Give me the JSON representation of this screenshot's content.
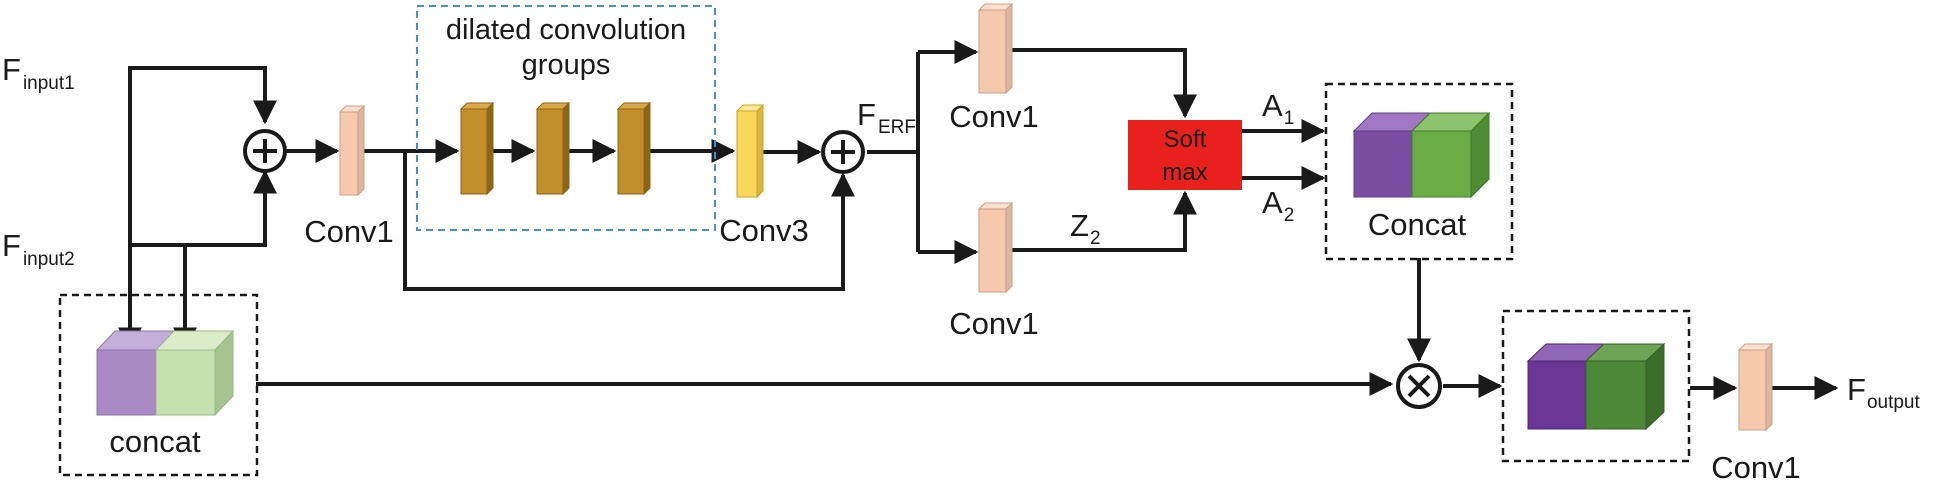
{
  "inputs": {
    "input1": {
      "main": "F",
      "sub": "input1"
    },
    "input2": {
      "main": "F",
      "sub": "input2"
    }
  },
  "dilated_group": {
    "line1": "dilated convolution",
    "line2": "groups"
  },
  "labels": {
    "conv1_first": "Conv1",
    "conv3": "Conv3",
    "conv1_top": "Conv1",
    "conv1_bottom": "Conv1",
    "conv1_final": "Conv1",
    "concat_left": "concat",
    "concat_right": "Concat"
  },
  "erf": {
    "main": "F",
    "sub": "ERF"
  },
  "z2": {
    "main": "Z",
    "sub": "2"
  },
  "a1": {
    "main": "A",
    "sub": "1"
  },
  "a2": {
    "main": "A",
    "sub": "2"
  },
  "softmax": {
    "line1": "Soft",
    "line2": "max"
  },
  "output": {
    "main": "F",
    "sub": "output"
  },
  "operators": {
    "add": "+",
    "multiply": "×"
  },
  "colors": {
    "conv1": "#f6c9ac",
    "dilated": "#c28f2c",
    "conv3": "#f8d85a",
    "softmax": "#e8211f",
    "purple": "#7b4ea4",
    "green": "#6aad45",
    "purple_light": "#a889c3",
    "green_light": "#c6e0b0",
    "purple_dark": "#6a3595",
    "green_dark": "#4d8838",
    "dash_blue": "#4a90c8"
  }
}
